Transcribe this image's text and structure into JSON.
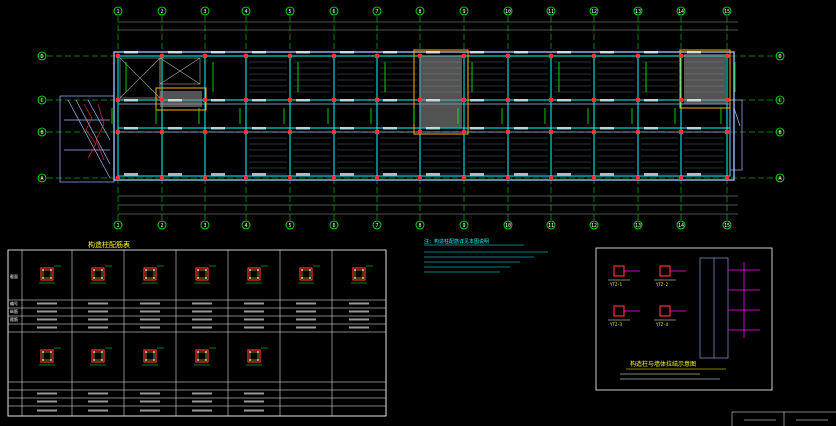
{
  "colors": {
    "background": "#000000",
    "grid_axis": "#00ff00",
    "beam": "#00ffff",
    "wall": "#9fb8ff",
    "column": "#ff3030",
    "highlight": "#ffb000",
    "text": "#ffffff",
    "title": "#ffff00",
    "note": "#00ffff"
  },
  "axes": {
    "top": [
      "1",
      "2",
      "3",
      "4",
      "5",
      "6",
      "7",
      "8",
      "9",
      "10",
      "11",
      "12",
      "13",
      "14",
      "15"
    ],
    "left": [
      "D",
      "C",
      "B",
      "A"
    ]
  },
  "col_table": {
    "title": "构造柱配筋表",
    "row_headers": [
      "截面",
      "编号",
      "纵筋",
      "箍筋"
    ]
  },
  "note_block": {
    "title": "注：构造柱配筋详见本图说明"
  },
  "detail_block": {
    "title": "构造柱与墙体拉结示意图",
    "labels": [
      "YTZ-1",
      "YTZ-2",
      "YTZ-3",
      "YTZ-4"
    ]
  }
}
